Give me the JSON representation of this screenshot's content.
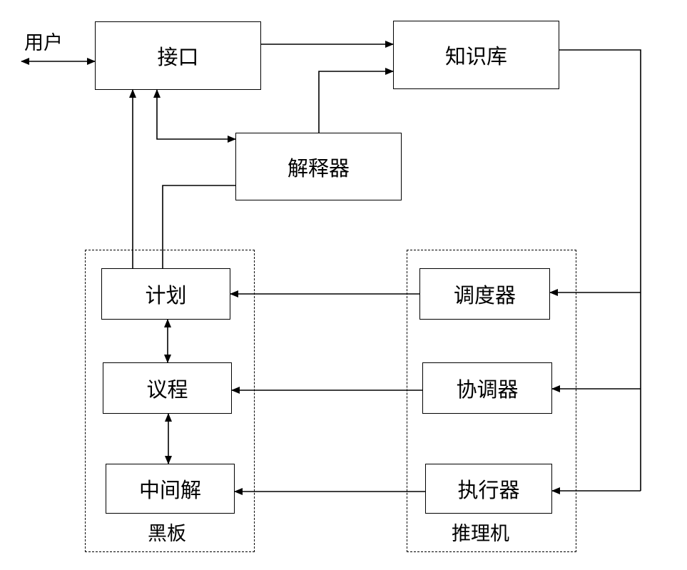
{
  "labels": {
    "user": "用户",
    "blackboard": "黑板",
    "inference_engine": "推理机"
  },
  "boxes": {
    "interface": "接口",
    "knowledge_base": "知识库",
    "interpreter": "解释器",
    "plan": "计划",
    "agenda": "议程",
    "intermediate_solution": "中间解",
    "scheduler": "调度器",
    "coordinator": "协调器",
    "executor": "执行器"
  }
}
